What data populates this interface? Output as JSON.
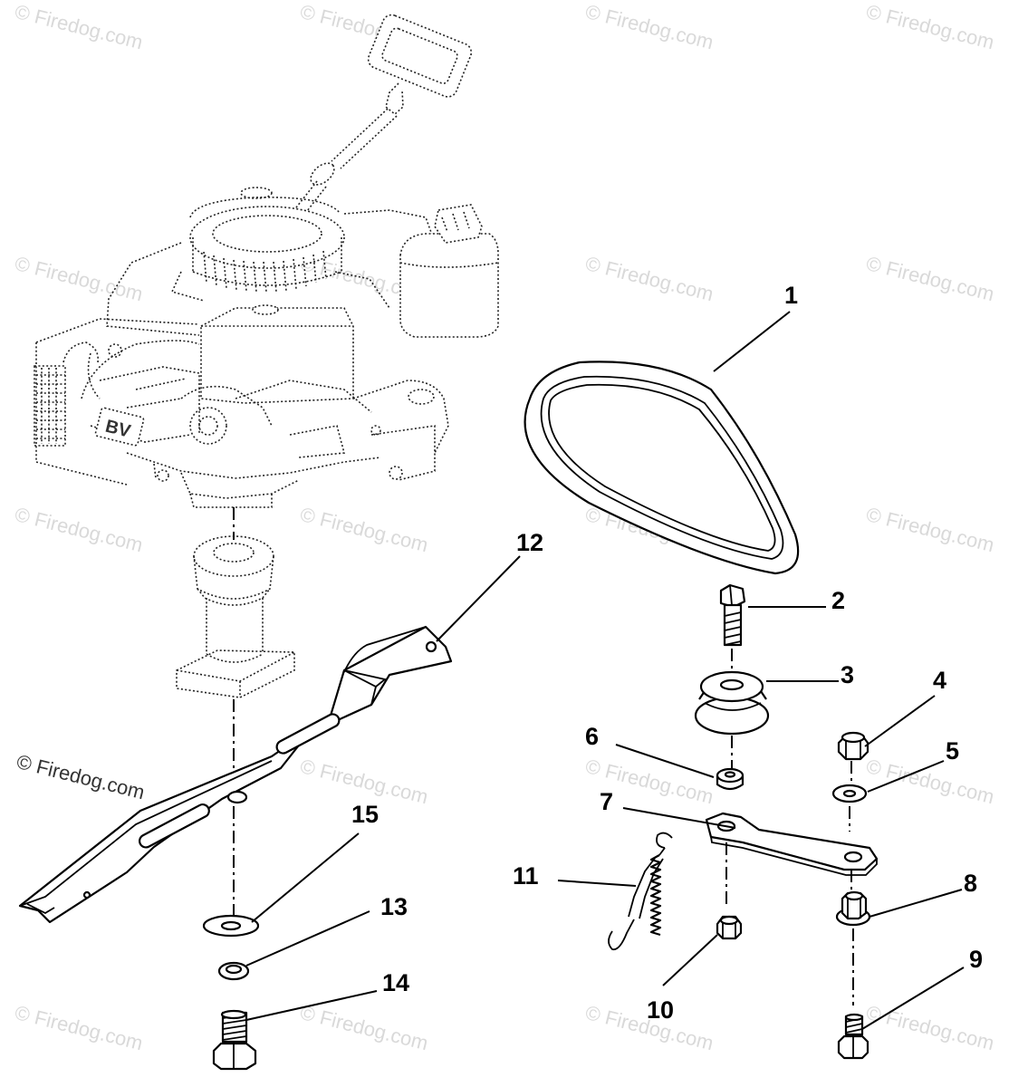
{
  "watermark": {
    "text": "© Firedog.com"
  },
  "callouts": [
    "1",
    "2",
    "3",
    "4",
    "5",
    "6",
    "7",
    "8",
    "9",
    "10",
    "11",
    "12",
    "13",
    "14",
    "15"
  ],
  "engine_badge": "BV"
}
